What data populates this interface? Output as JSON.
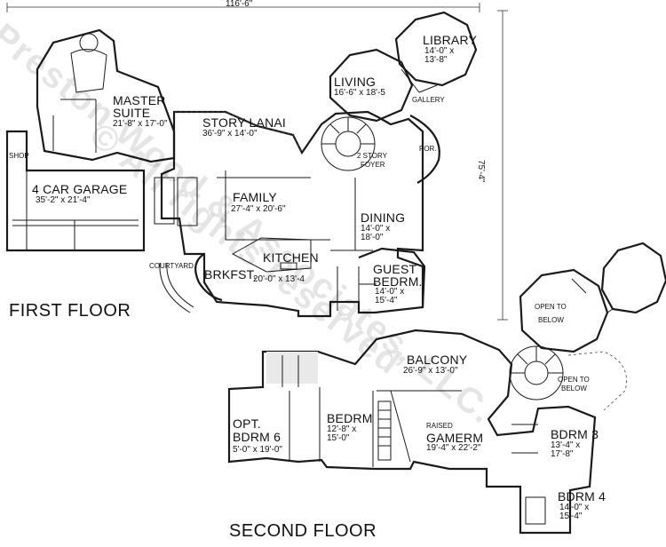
{
  "dimensions": {
    "overall_width": "116'-6\"",
    "overall_depth": "75'-4\""
  },
  "floors": {
    "first": "FIRST FLOOR",
    "second": "SECOND FLOOR"
  },
  "rooms_first": [
    {
      "key": "library",
      "name": "LIBRARY",
      "size1": "14'-0\" x",
      "size2": "13'-8\""
    },
    {
      "key": "living",
      "name": "LIVING",
      "size1": "16'-6\" x 18'-5",
      "size2": ""
    },
    {
      "key": "master",
      "name": "MASTER",
      "name2": "SUITE",
      "size1": "21'-8\" x 17'-0\""
    },
    {
      "key": "lanai",
      "name": "STORY LANAI",
      "size1": "36'-9\" x 14'-0\""
    },
    {
      "key": "garage",
      "name": "4 CAR GARAGE",
      "size1": "35'-2\" x 21'-4\""
    },
    {
      "key": "family",
      "name": "FAMILY",
      "size1": "27'-4\" x 20'-6\""
    },
    {
      "key": "dining",
      "name": "DINING",
      "size1": "14'-0\" x",
      "size2": "18'-0\""
    },
    {
      "key": "kitchen",
      "name": "KITCHEN",
      "size1": "20'-0\" x 13'-4"
    },
    {
      "key": "guest",
      "name": "GUEST",
      "name2": "BEDRM.",
      "size1": "14'-0\" x",
      "size2": "15'-4\""
    }
  ],
  "small_labels_first": {
    "gallery": "GALLERY",
    "foyer1": "2 STORY",
    "foyer2": "FOYER",
    "por": "POR.",
    "shop": "SHOP",
    "brkfst": "BRKFST.",
    "courtyard": "COURTYARD"
  },
  "rooms_second": [
    {
      "key": "balcony",
      "name": "BALCONY",
      "size1": "26'-9\" x 13'-0\""
    },
    {
      "key": "optbdrm",
      "name": "OPT.",
      "name2": "BDRM 6",
      "size1": "5'-0\" x 19'-0\""
    },
    {
      "key": "bedrm",
      "name": "BEDRM",
      "size1": "12'-8\" x",
      "size2": "15'-0\""
    },
    {
      "key": "gamerm",
      "name": "GAMERM",
      "size1": "19'-4\" x 22'-2\""
    },
    {
      "key": "bdrm3",
      "name": "BDRM 3",
      "size1": "13'-4\" x",
      "size2": "17'-8\""
    },
    {
      "key": "bdrm4",
      "name": "BDRM 4",
      "size1": "14'-0\" x",
      "size2": "15'-4\""
    }
  ],
  "small_labels_second": {
    "open1a": "OPEN TO",
    "open1b": "BELOW",
    "open2a": "OPEN TO",
    "open2b": "BELOW",
    "raised": "RAISED"
  },
  "watermark": {
    "line1": "Preston Wood & Associates, LLC.",
    "line2": "© All rights reserved"
  }
}
